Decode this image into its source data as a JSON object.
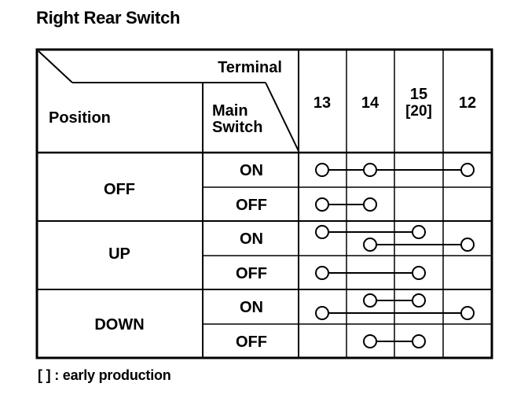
{
  "title": "Right Rear Switch",
  "header": {
    "terminal_label": "Terminal",
    "position_label": "Position",
    "main_switch_line1": "Main",
    "main_switch_line2": "Switch"
  },
  "terminals": [
    {
      "label": "13",
      "sub": ""
    },
    {
      "label": "14",
      "sub": ""
    },
    {
      "label": "15",
      "sub": "[20]"
    },
    {
      "label": "12",
      "sub": ""
    }
  ],
  "positions": [
    {
      "name": "OFF",
      "rows": [
        {
          "main": "ON",
          "connections": [
            [
              "13",
              "14",
              "12"
            ]
          ]
        },
        {
          "main": "OFF",
          "connections": [
            [
              "13",
              "14"
            ]
          ]
        }
      ]
    },
    {
      "name": "UP",
      "rows": [
        {
          "main": "ON",
          "connections": [
            [
              "13",
              "15"
            ],
            [
              "14",
              "12"
            ]
          ]
        },
        {
          "main": "OFF",
          "connections": [
            [
              "13",
              "15"
            ]
          ]
        }
      ]
    },
    {
      "name": "DOWN",
      "rows": [
        {
          "main": "ON",
          "connections": [
            [
              "14",
              "15"
            ],
            [
              "13",
              "12"
            ]
          ]
        },
        {
          "main": "OFF",
          "connections": [
            [
              "14",
              "15"
            ]
          ]
        }
      ]
    }
  ],
  "footnote": "[ ] : early production"
}
